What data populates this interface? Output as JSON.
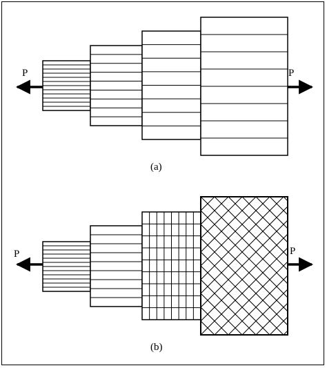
{
  "figure_a": {
    "caption": "(a)",
    "load_left": "P",
    "load_right": "P",
    "segments": [
      {
        "name": "segment-1",
        "hatch": "horizontal",
        "lines": 12
      },
      {
        "name": "segment-2",
        "hatch": "horizontal",
        "lines": 9
      },
      {
        "name": "segment-3",
        "hatch": "horizontal",
        "lines": 8
      },
      {
        "name": "segment-4",
        "hatch": "horizontal",
        "lines": 8
      }
    ]
  },
  "figure_b": {
    "caption": "(b)",
    "load_left": "P",
    "load_right": "P",
    "segments": [
      {
        "name": "segment-1",
        "hatch": "horizontal",
        "lines": 12
      },
      {
        "name": "segment-2",
        "hatch": "horizontal",
        "lines": 9
      },
      {
        "name": "segment-3",
        "hatch": "grid",
        "lines": 9
      },
      {
        "name": "segment-4",
        "hatch": "crosshatch-diagonal",
        "lines": 9
      }
    ]
  }
}
